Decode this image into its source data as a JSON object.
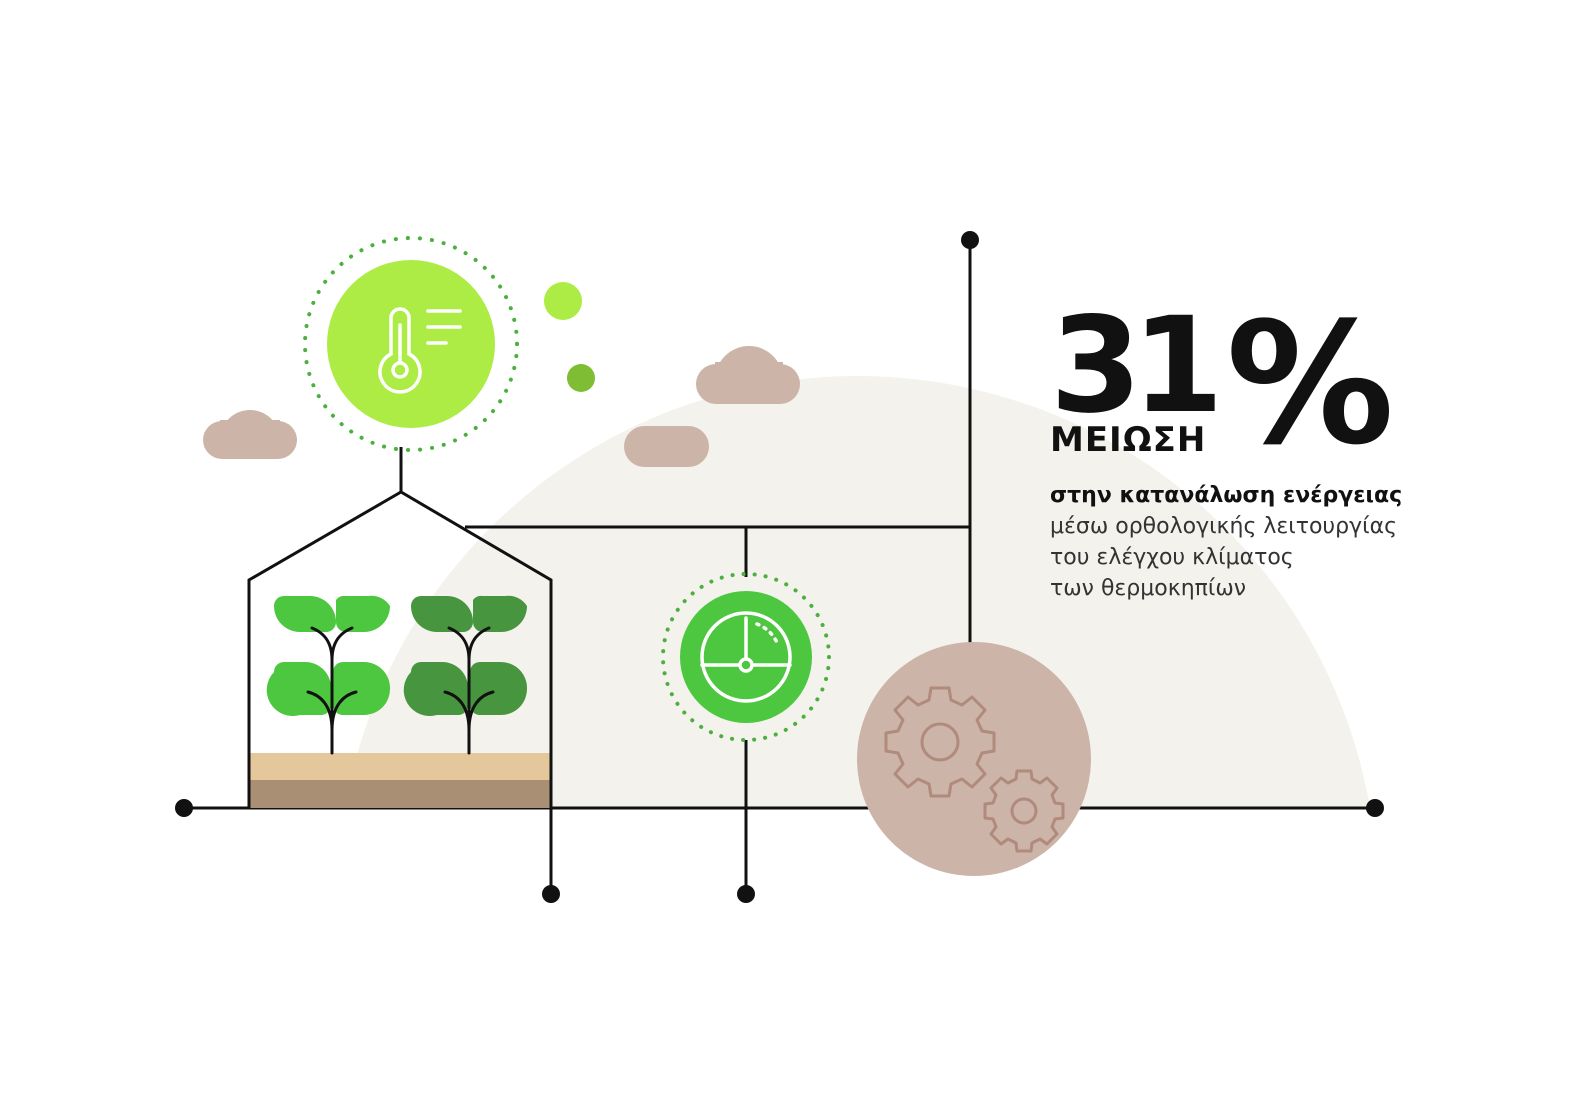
{
  "stat": {
    "value": "31",
    "unit": "%",
    "label": "ΜΕΙΩΣΗ",
    "headline": "στην κατανάλωση ενέργειας",
    "lines": [
      "μέσω ορθολογικής λειτουργίας",
      "του ελέγχου κλίματος",
      "των θερμοκηπίων"
    ]
  },
  "colors": {
    "dome": "#f4f2ec",
    "cloud": "#ccb5a8",
    "gear_circle": "#cdb4a8",
    "gear_stroke": "#b08b7c",
    "lime": "#acec44",
    "green": "#4cc73f",
    "dark_leaf": "#48953f",
    "soil_light": "#e4c89c",
    "soil_dark": "#a99075",
    "line": "#111111"
  },
  "icons": [
    "thermometer-icon",
    "gauge-icon",
    "gears-icon",
    "greenhouse-icon",
    "plant-icon",
    "cloud-icon"
  ]
}
